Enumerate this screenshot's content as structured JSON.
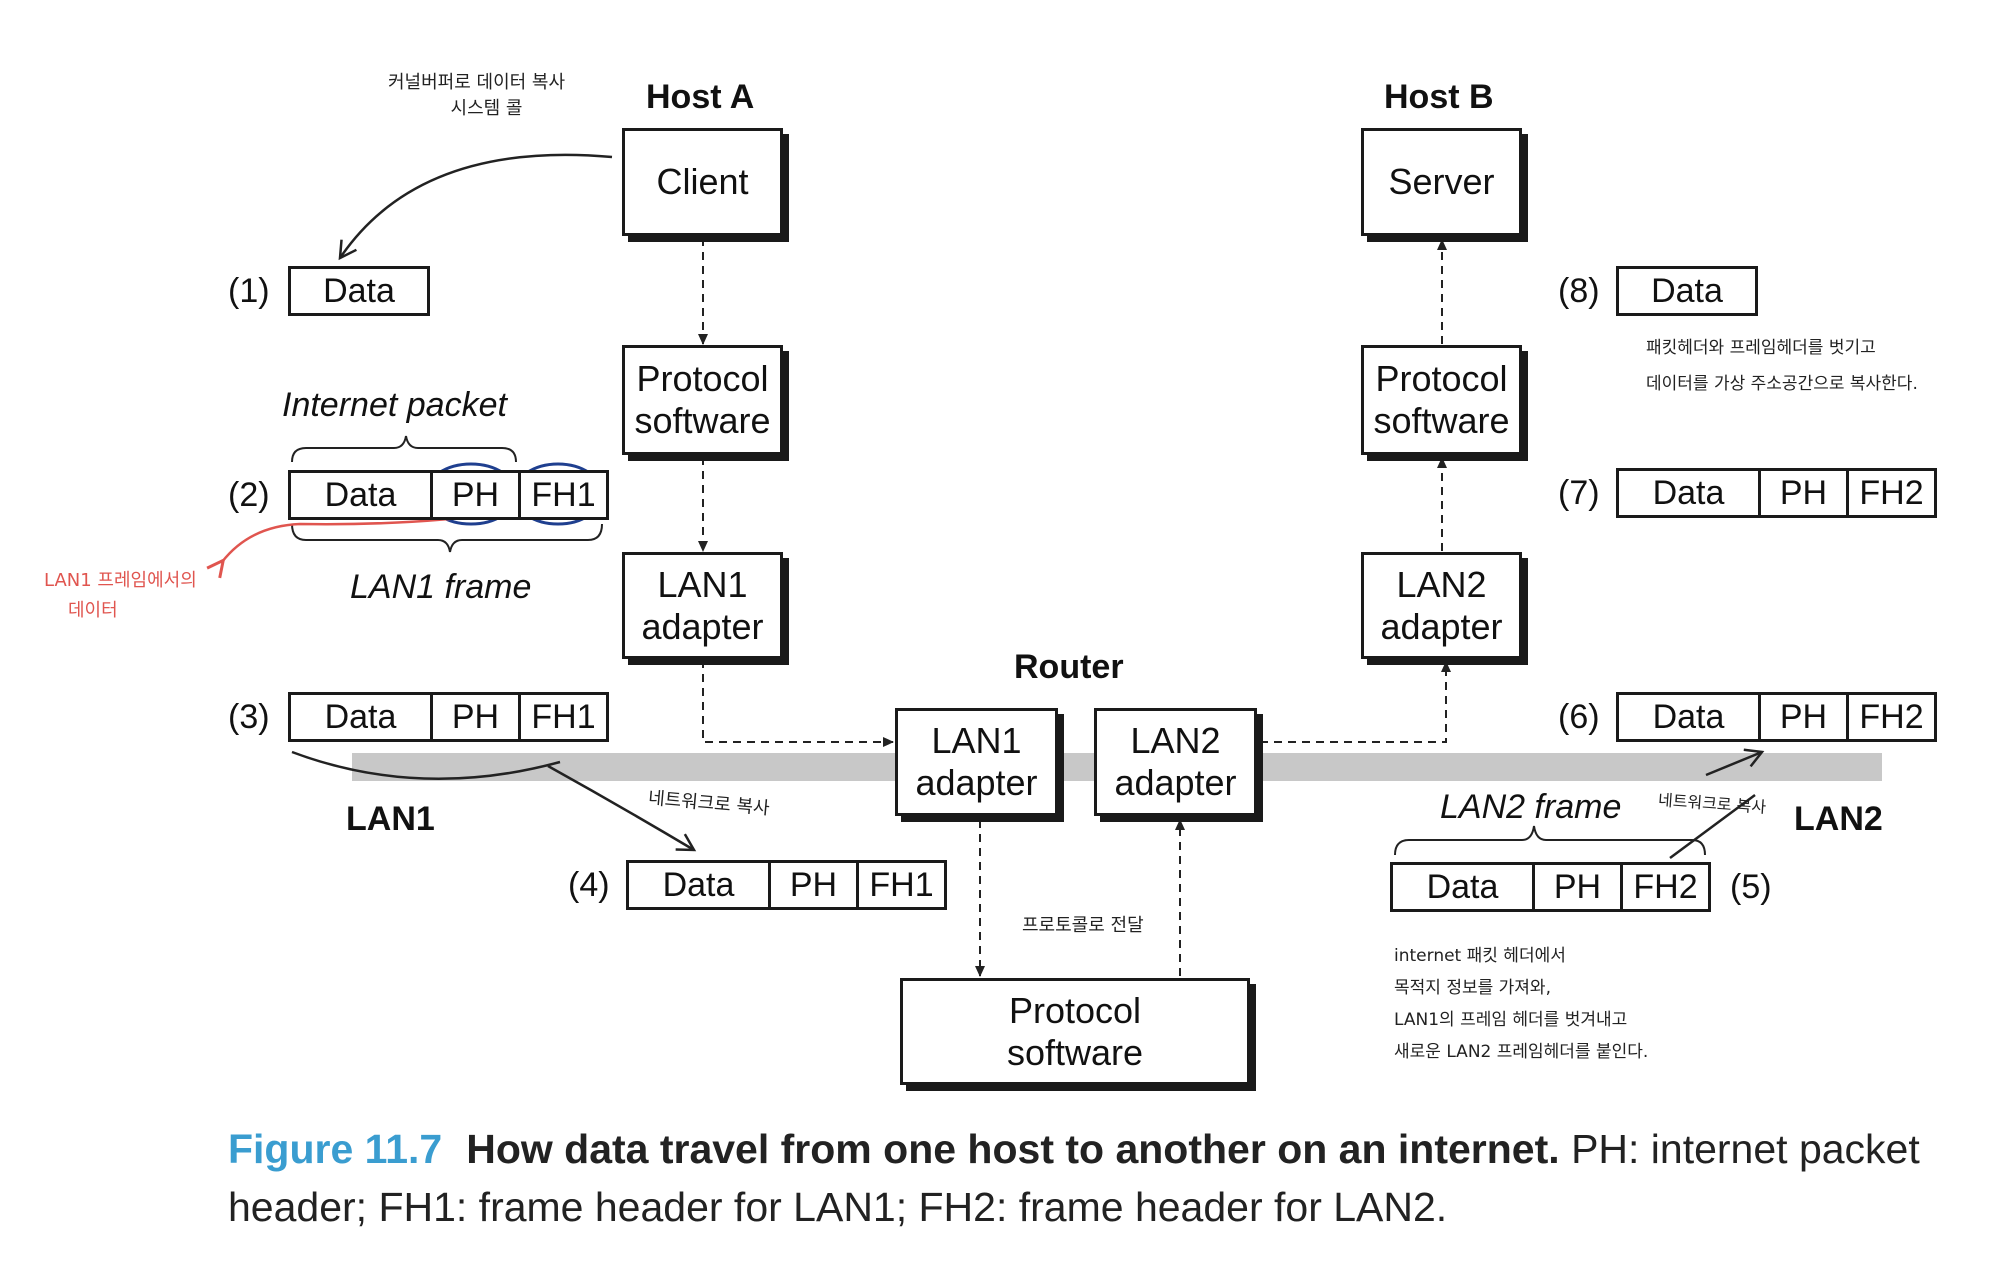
{
  "hosts": {
    "host_a": "Host A",
    "host_b": "Host B",
    "router": "Router"
  },
  "boxes": {
    "client": "Client",
    "server": "Server",
    "protocol_software_line1": "Protocol",
    "protocol_software_line2": "software",
    "lan1_adapter_line1": "LAN1",
    "lan2_adapter_line1": "LAN2",
    "adapter_line2": "adapter"
  },
  "packet": {
    "data": "Data",
    "ph": "PH",
    "fh1": "FH1",
    "fh2": "FH2"
  },
  "steps": [
    "(1)",
    "(2)",
    "(3)",
    "(4)",
    "(5)",
    "(6)",
    "(7)",
    "(8)"
  ],
  "labels": {
    "internet_packet": "Internet packet",
    "lan1_frame": "LAN1 frame",
    "lan2_frame": "LAN2 frame",
    "lan1": "LAN1",
    "lan2": "LAN2"
  },
  "notes": {
    "syscall_line1": "커널버퍼로 데이터 복사",
    "syscall_line2": "시스템 콜",
    "lan1_data_line1": "LAN1 프레임에서의",
    "lan1_data_line2": "데이터",
    "copy_to_network_1": "네트워크로 복사",
    "copy_to_network_2": "네트워크로 복사",
    "protocol_pass": "프로토콜로 전달",
    "strip_headers_line1": "패킷헤더와 프레임헤더를 벗기고",
    "strip_headers_line2": "데이터를 가상 주소공간으로 복사한다.",
    "router_note_line1": "internet 패킷 헤더에서",
    "router_note_line2": "목적지 정보를 가져와,",
    "router_note_line3": "LAN1의 프레임 헤더를 벗겨내고",
    "router_note_line4": "새로운 LAN2 프레임헤더를 붙인다."
  },
  "caption": {
    "figure": "Figure 11.7",
    "title": "How data travel from one host to another on an internet.",
    "body": "PH: internet packet header; FH1: frame header for LAN1; FH2: frame header for LAN2."
  },
  "colors": {
    "accent_blue": "#3a9dd0",
    "annotation_red": "#e0554f",
    "circle_blue": "#1f3f8f",
    "lan_bar": "#c8c8c8"
  }
}
